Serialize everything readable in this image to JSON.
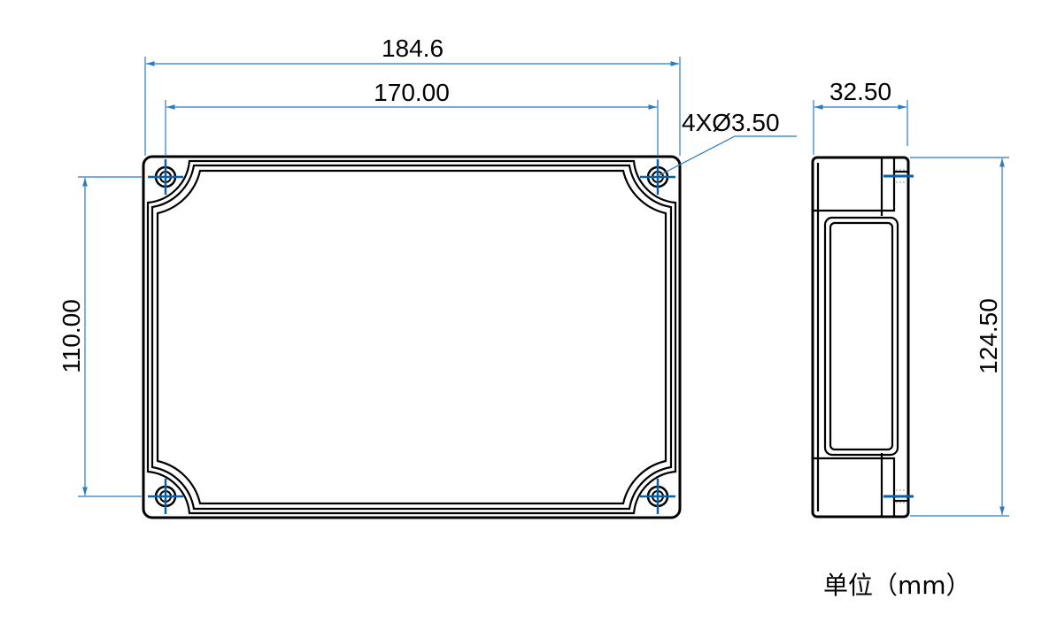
{
  "dimensions": {
    "overall_length": "184.6",
    "hole_spacing_length": "170.00",
    "hole_spacing_width": "110.00",
    "overall_width": "124.50",
    "height": "32.50",
    "holes": "4XØ3.50"
  },
  "unit_label": "单位（mm）",
  "colors": {
    "dimension": "#2a7bc0",
    "crosshair": "#0b5fa5",
    "outline": "#000000"
  }
}
